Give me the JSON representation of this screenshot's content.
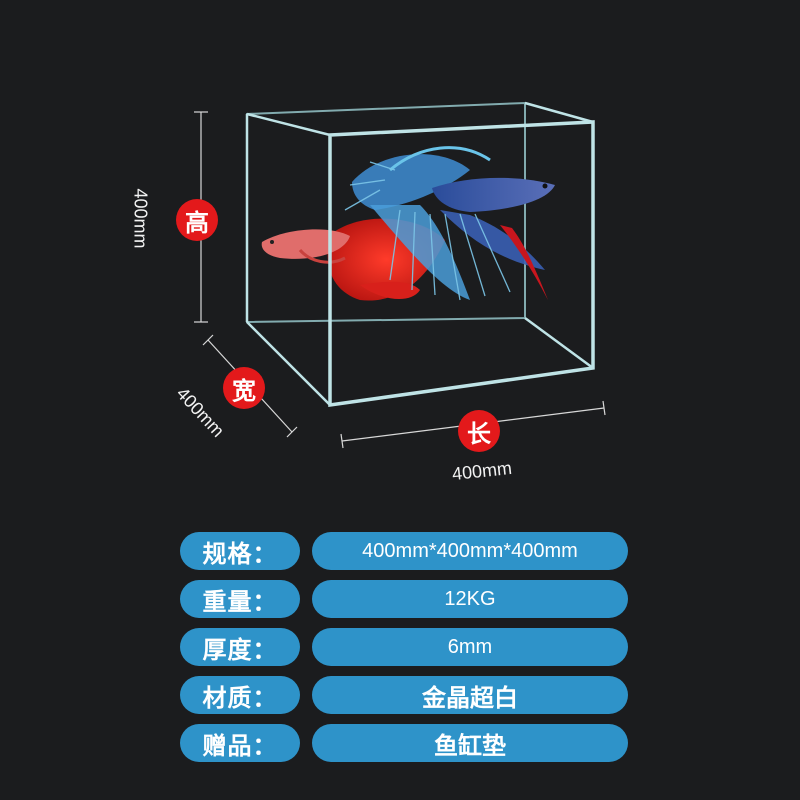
{
  "dimensions": {
    "height": {
      "badge": "高",
      "value": "400mm"
    },
    "width": {
      "badge": "宽",
      "value": "400mm"
    },
    "length": {
      "badge": "长",
      "value": "400mm"
    }
  },
  "specs": [
    {
      "label": "规格：",
      "value": "400mm*400mm*400mm"
    },
    {
      "label": "重量：",
      "value": "12KG"
    },
    {
      "label": "厚度：",
      "value": "6mm"
    },
    {
      "label": "材质：",
      "value": "金晶超白"
    },
    {
      "label": "赠品：",
      "value": "鱼缸垫"
    }
  ],
  "colors": {
    "background": "#1b1c1e",
    "badge": "#e3191b",
    "pill": "#2e93c9",
    "glass_edge": "#bfe3e6"
  }
}
